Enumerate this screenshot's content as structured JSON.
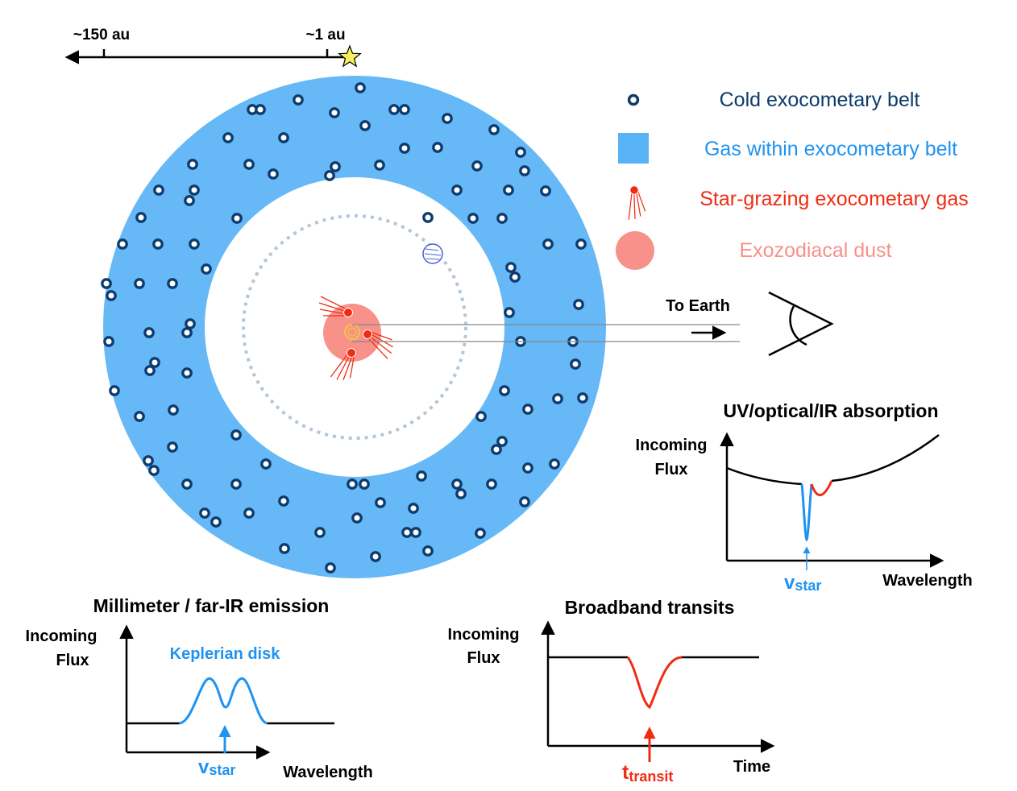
{
  "scale": {
    "far_label": "~150 au",
    "near_label": "~1 au"
  },
  "legend": {
    "cold_belt": {
      "label": "Cold exocometary belt",
      "color": "#0d3b6e"
    },
    "gas_belt": {
      "label": "Gas within exocometary belt",
      "color": "#1f93f0"
    },
    "star_grazing": {
      "label": "Star-grazing exocometary gas",
      "color": "#f02c14"
    },
    "exozodi": {
      "label": "Exozodiacal dust",
      "color": "#f7918a"
    }
  },
  "observer": {
    "label": "To Earth"
  },
  "panel_absorption": {
    "title": "UV/optical/IR absorption",
    "ylabel_line1": "Incoming",
    "ylabel_line2": "Flux",
    "xlabel": "Wavelength",
    "marker_main": "v",
    "marker_sub": "star"
  },
  "panel_emission": {
    "title": "Millimeter / far-IR emission",
    "ylabel_line1": "Incoming",
    "ylabel_line2": "Flux",
    "xlabel": "Wavelength",
    "curve_label": "Keplerian disk",
    "marker_main": "v",
    "marker_sub": "star"
  },
  "panel_transit": {
    "title": "Broadband transits",
    "ylabel_line1": "Incoming",
    "ylabel_line2": "Flux",
    "xlabel": "Time",
    "marker_main": "t",
    "marker_sub": "transit"
  },
  "colors": {
    "belt_fill": "#66b9f6",
    "comet_dot": "#0d3b6e",
    "blue_accent": "#1f93f0",
    "red_accent": "#f02c14",
    "dust": "#f7918a",
    "orbit": "#b4c6d6",
    "star": "#f7ef5c"
  }
}
